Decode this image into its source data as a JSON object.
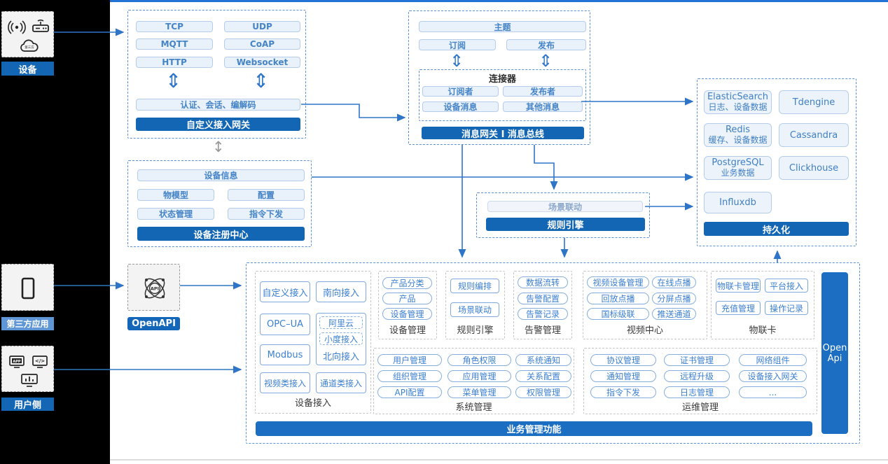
{
  "left_panel": {
    "device_label": "设备",
    "third_party_label": "第三方应用",
    "user_label": "用户侧"
  },
  "gateway": {
    "protocols": [
      "TCP",
      "UDP",
      "MQTT",
      "CoAP",
      "HTTP",
      "Websocket"
    ],
    "auth_bar": "认证、会话、编解码",
    "title": "自定义接入网关"
  },
  "message_bus": {
    "topic": "主题",
    "subscribe": "订阅",
    "publish": "发布",
    "connector_title": "连接器",
    "connector_items": [
      "订阅者",
      "发布者",
      "设备消息",
      "其他消息"
    ],
    "title": "消息网关 I 消息总线"
  },
  "registry": {
    "info": "设备信息",
    "items": [
      "物模型",
      "配置",
      "状态管理",
      "指令下发"
    ],
    "title": "设备注册中心"
  },
  "rule_engine_box": {
    "scene": "场景联动",
    "title": "规则引擎"
  },
  "persistence": {
    "title": "持久化",
    "items": [
      {
        "name": "ElasticSearch",
        "sub": "日志、设备数据"
      },
      {
        "name": "Tdengine"
      },
      {
        "name": "Redis",
        "sub": "缓存、设备数据"
      },
      {
        "name": "Cassandra"
      },
      {
        "name": "PostgreSQL",
        "sub": "业务数据"
      },
      {
        "name": "Clickhouse"
      },
      {
        "name": "Influxdb"
      }
    ]
  },
  "openapi_label": "OpenAPI",
  "business": {
    "title": "业务管理功能",
    "open_api_line1": "Open",
    "open_api_line2": "Api",
    "device_access": {
      "label": "设备接入",
      "col1": [
        "自定义接入",
        "OPC–UA",
        "Modbus",
        "视频类接入"
      ],
      "south": "南向接入",
      "north": {
        "subs": [
          "阿里云",
          "小度接入"
        ],
        "label": "北向接入"
      },
      "channel": "通道类接入"
    },
    "device_mgmt": {
      "label": "设备管理",
      "items": [
        "产品分类",
        "产品",
        "设备管理"
      ]
    },
    "rule": {
      "label": "规则引擎",
      "items": [
        "规则编排",
        "场景联动"
      ]
    },
    "alarm": {
      "label": "告警管理",
      "items": [
        "数据流转",
        "告警配置",
        "告警记录"
      ]
    },
    "video": {
      "label": "视频中心",
      "items": [
        "视频设备管理",
        "在线点播",
        "回放点播",
        "分屏点播",
        "国标级联",
        "推送通道"
      ]
    },
    "iot_card": {
      "label": "物联卡",
      "items": [
        "物联卡管理",
        "平台接入",
        "充值管理",
        "操作记录"
      ]
    },
    "system": {
      "label": "系统管理",
      "items": [
        "用户管理",
        "角色权限",
        "系统通知",
        "组织管理",
        "应用管理",
        "关系配置",
        "API配置",
        "菜单管理",
        "权限管理"
      ]
    },
    "ops": {
      "label": "运维管理",
      "items": [
        "协议管理",
        "证书管理",
        "网络组件",
        "通知管理",
        "远程升级",
        "设备接入网关",
        "指令下发",
        "日志管理",
        "..."
      ]
    }
  }
}
